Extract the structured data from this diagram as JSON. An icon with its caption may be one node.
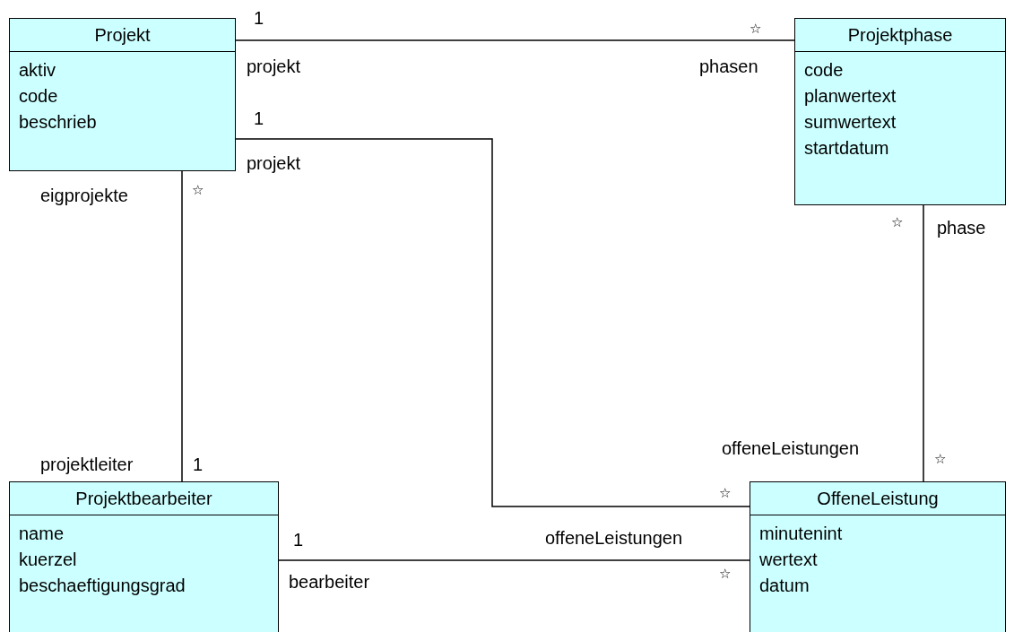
{
  "diagram": {
    "nodes": [
      {
        "text": [
          "Projekt",
          "aktiv",
          "code",
          "beschrieb"
        ]
      },
      {
        "text": [
          "Projektphase",
          "code",
          "planwertext",
          "sumwertext",
          "startdatum"
        ]
      },
      {
        "text": [
          "Projektbearbeiter",
          "name",
          "kuerzel",
          "beschaeftigungsgrad"
        ]
      },
      {
        "text": [
          "OffeneLeistung",
          "minutenint",
          "wertext",
          "datum"
        ]
      }
    ],
    "edges": [
      {
        "from": 0,
        "to": 1,
        "arrow": "none"
      },
      {
        "from": 0,
        "to": 3,
        "arrow": "none"
      },
      {
        "from": 0,
        "to": 2,
        "arrow": "none"
      },
      {
        "from": 1,
        "to": 3,
        "arrow": "none"
      },
      {
        "from": 2,
        "to": 3,
        "arrow": "none"
      }
    ],
    "labels": [
      "1",
      "☆",
      "projekt",
      "phasen",
      "1",
      "projekt",
      "eigprojekte",
      "☆",
      "☆",
      "phase",
      "offeneLeistungen",
      "☆",
      "projektleiter",
      "1",
      "☆",
      "1",
      "offeneLeistungen",
      "bearbeiter",
      "☆"
    ]
  }
}
